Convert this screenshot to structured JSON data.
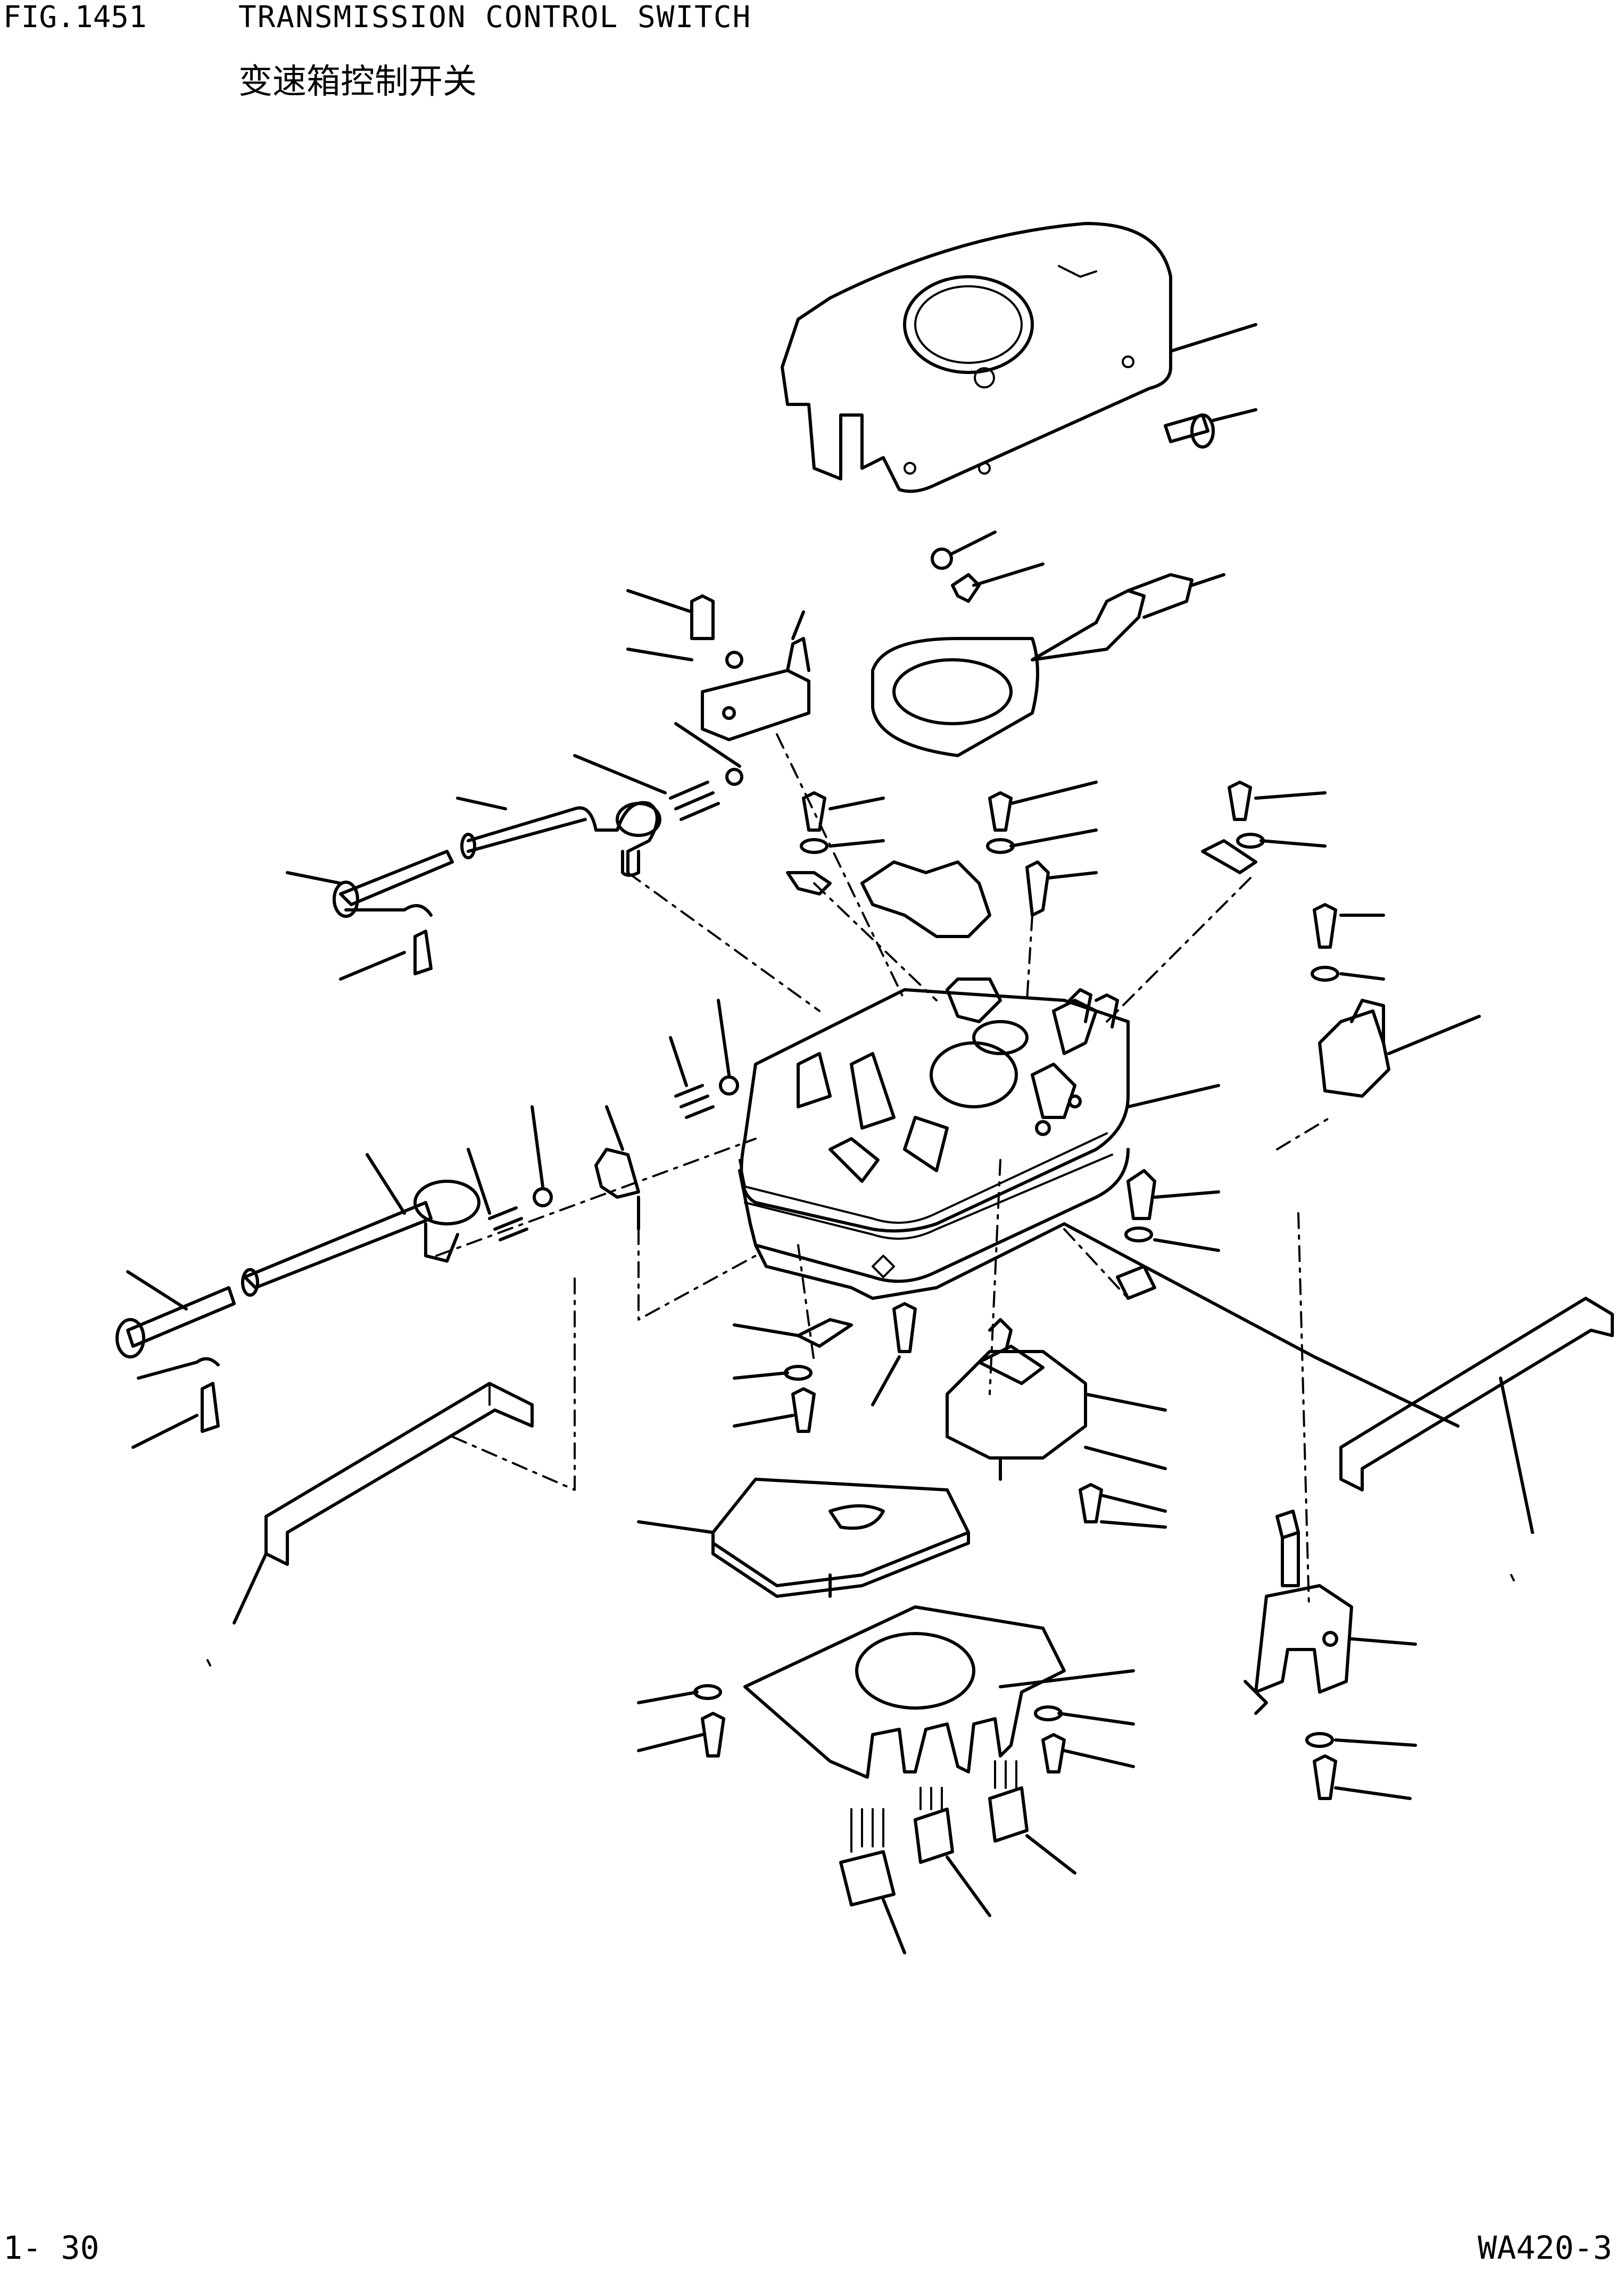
{
  "header": {
    "figure_label": "FIG.1451",
    "title_en": "TRANSMISSION CONTROL SWITCH",
    "title_cn": "变速箱控制开关"
  },
  "footer": {
    "page_number": "1- 30",
    "model_code": "WA420-3"
  }
}
